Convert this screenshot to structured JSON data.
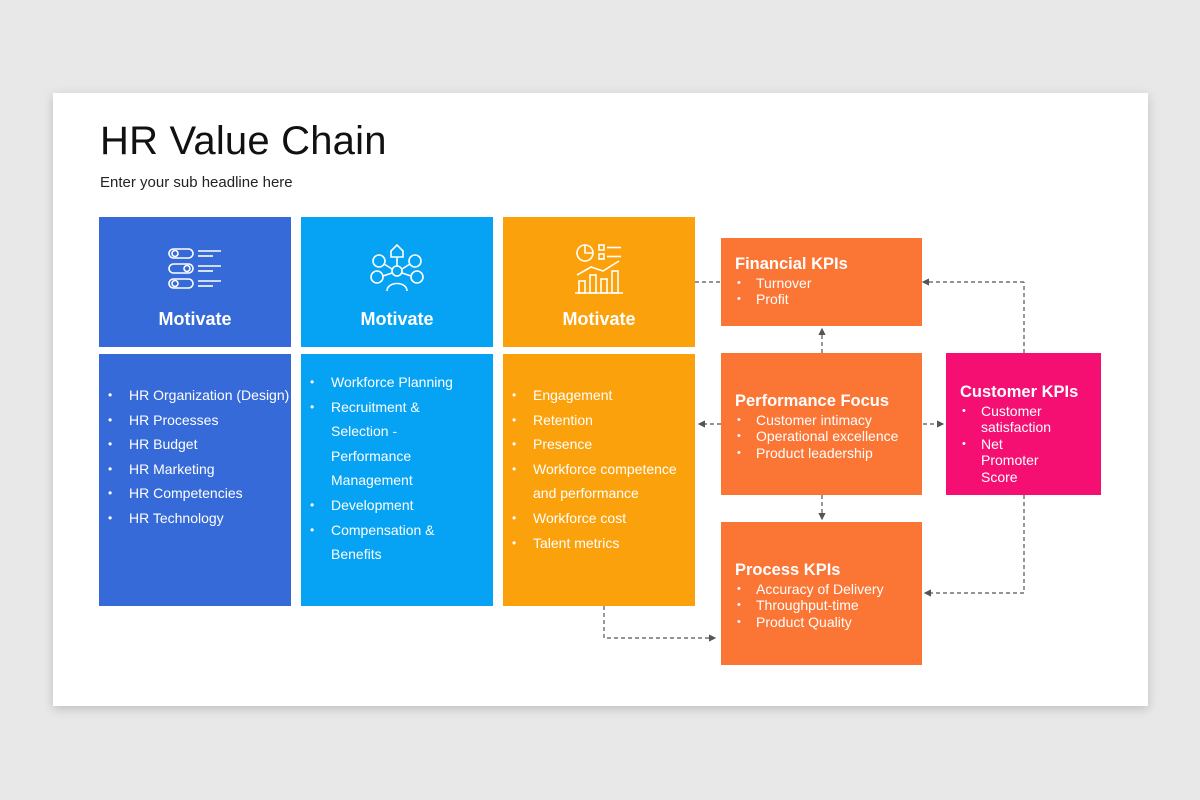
{
  "slide": {
    "title": "HR Value Chain",
    "subtitle": "Enter your sub headline here"
  },
  "columns": [
    {
      "heading": "Motivate",
      "color": "#356ad8",
      "icon": "toggles-list-icon",
      "items": [
        "HR Organization (Design)",
        "HR Processes",
        "HR Budget",
        "HR Marketing",
        "HR Competencies",
        "HR Technology"
      ]
    },
    {
      "heading": "Motivate",
      "color": "#06a2f3",
      "icon": "people-network-icon",
      "items": [
        "Workforce Planning",
        "Recruitment & Selection - Performance Management",
        "Development",
        "Compensation & Benefits"
      ]
    },
    {
      "heading": "Motivate",
      "color": "#fba10b",
      "icon": "analytics-chart-icon",
      "items": [
        "Engagement",
        "Retention",
        "Presence",
        "Workforce competence and performance",
        "Workforce cost",
        "Talent metrics"
      ]
    }
  ],
  "kpis": {
    "financial": {
      "title": "Financial KPIs",
      "color": "#fb7535",
      "items": [
        "Turnover",
        "Profit"
      ]
    },
    "performance": {
      "title": "Performance Focus",
      "color": "#fb7535",
      "items": [
        "Customer intimacy",
        "Operational excellence",
        "Product leadership"
      ]
    },
    "process": {
      "title": "Process KPIs",
      "color": "#fb7535",
      "items": [
        "Accuracy of Delivery",
        "Throughput-time",
        "Product Quality"
      ]
    },
    "customer": {
      "title": "Customer KPIs",
      "color": "#f50f73",
      "items": [
        "Customer satisfaction",
        "Net Promoter Score"
      ]
    }
  }
}
